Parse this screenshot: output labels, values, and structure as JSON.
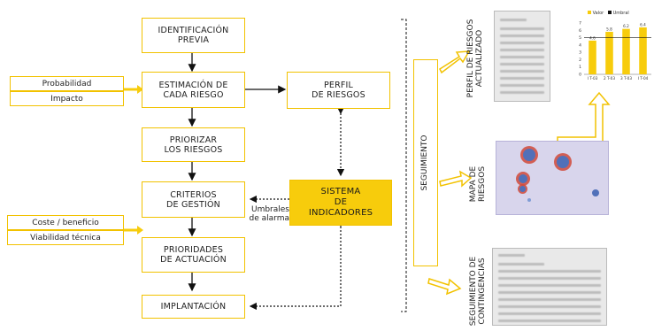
{
  "flow": {
    "identificacion": [
      "IDENTIFICACIÓN",
      "PREVIA"
    ],
    "estimacion": [
      "ESTIMACIÓN DE",
      "CADA RIESGO"
    ],
    "priorizar": [
      "PRIORIZAR",
      "LOS RIESGOS"
    ],
    "criterios": [
      "CRITERIOS",
      "DE GESTIÓN"
    ],
    "prioridades": [
      "PRIORIDADES",
      "DE ACTUACIÓN"
    ],
    "implantacion": "IMPLANTACIÓN",
    "perfil": [
      "PERFIL",
      "DE RIESGOS"
    ],
    "sistema": [
      "SISTEMA",
      "DE",
      "INDICADORES"
    ]
  },
  "inputs_top": [
    "Probabilidad",
    "Impacto"
  ],
  "inputs_bottom": [
    "Coste / beneficio",
    "Viabilidad técnica"
  ],
  "umbrales": [
    "Umbrales",
    "de alarma"
  ],
  "seguimiento": "SEGUIMIENTO",
  "outputs": {
    "perfil_actualizado": [
      "PERFIL DE RIESGOS",
      "ACTUALIZADO"
    ],
    "mapa": [
      "MAPA DE",
      "RIESGOS"
    ],
    "contingencias": [
      "SEGUIMIENTO DE",
      "CONTINGENCIAS"
    ]
  },
  "colors": {
    "accent": "#f7cc0c",
    "border": "#f2c200",
    "map_bg": "#d8d5ec",
    "dot": "#3a5fb0",
    "dot_ring": "#d24a3a"
  },
  "chart_data": {
    "type": "bar",
    "categories": [
      "I T-03",
      "2 T-03",
      "3 T-03",
      "I T-04"
    ],
    "series": [
      {
        "name": "Valor",
        "values": [
          4.6,
          5.8,
          6.2,
          6.4
        ]
      },
      {
        "name": "Umbral",
        "values": [
          5,
          5,
          5,
          5
        ]
      }
    ],
    "data_labels": [
      "4.6",
      "5.8",
      "6.2",
      "6.4"
    ],
    "yticks": [
      "0",
      "1",
      "2",
      "3",
      "4",
      "5",
      "6",
      "7"
    ],
    "ylim": [
      0,
      7
    ],
    "legend": "top"
  }
}
